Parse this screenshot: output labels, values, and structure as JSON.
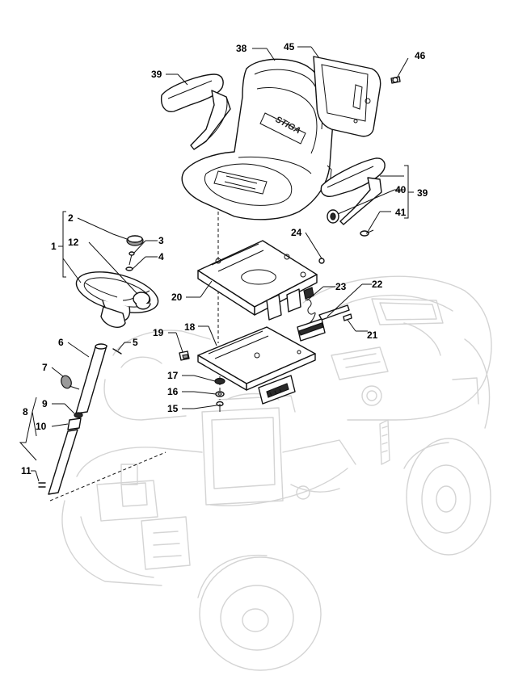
{
  "diagram": {
    "labels": [
      "1",
      "2",
      "3",
      "4",
      "5",
      "6",
      "7",
      "8",
      "9",
      "10",
      "11",
      "12",
      "15",
      "16",
      "17",
      "18",
      "19",
      "20",
      "21",
      "22",
      "23",
      "24",
      "38",
      "39",
      "39",
      "40",
      "41",
      "45",
      "46"
    ],
    "seat_logo": "STIGA"
  }
}
